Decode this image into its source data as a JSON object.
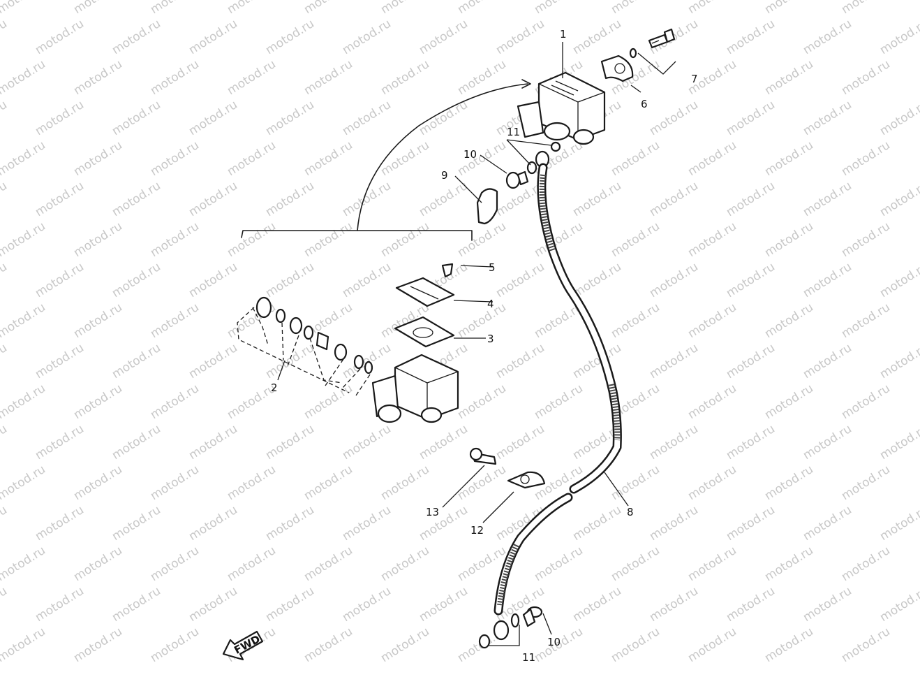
{
  "watermark": {
    "text": "motod.ru"
  },
  "fwd_label": "FWD",
  "callouts": {
    "c1": "1",
    "c2": "2",
    "c3": "3",
    "c4": "4",
    "c5": "5",
    "c6": "6",
    "c7": "7",
    "c8": "8",
    "c9": "9",
    "c10a": "10",
    "c10b": "10",
    "c11a": "11",
    "c11b": "11",
    "c12": "12",
    "c13": "13"
  },
  "colors": {
    "ink": "#1a1a1a",
    "watermark": "#c8c8c8",
    "background": "#ffffff"
  }
}
